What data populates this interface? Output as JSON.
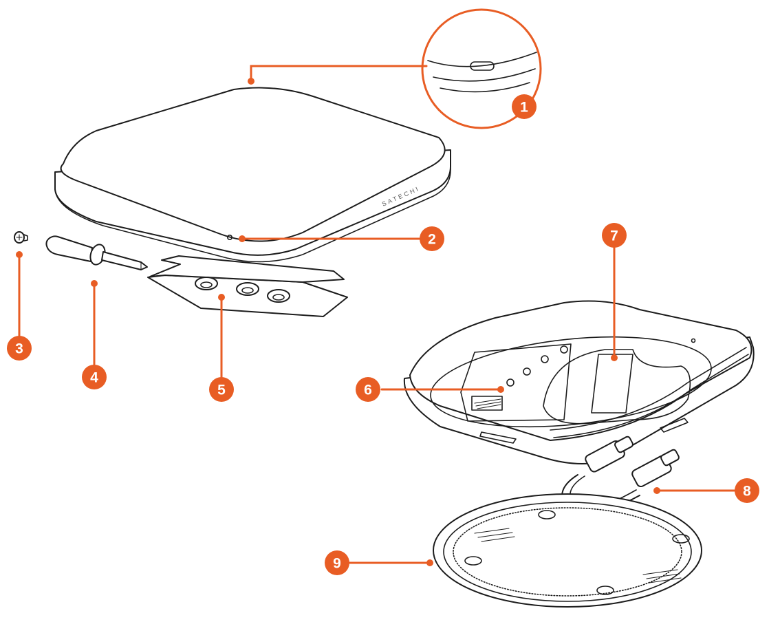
{
  "accent_color": "#e85d24",
  "line_color": "#1c1c1c",
  "brand_text": "SATECHI",
  "callouts": [
    {
      "number": "1"
    },
    {
      "number": "2"
    },
    {
      "number": "3"
    },
    {
      "number": "4"
    },
    {
      "number": "5"
    },
    {
      "number": "6"
    },
    {
      "number": "7"
    },
    {
      "number": "8"
    },
    {
      "number": "9"
    }
  ]
}
